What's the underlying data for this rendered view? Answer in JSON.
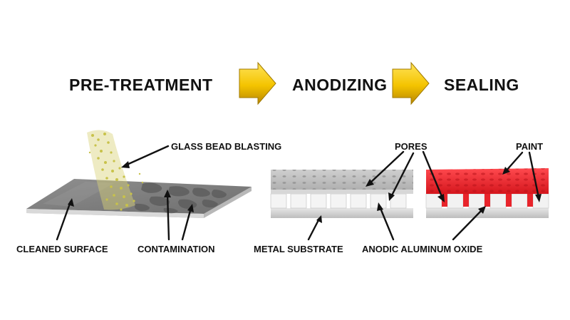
{
  "steps": {
    "pre_treatment": "PRE-TREATMENT",
    "anodizing": "ANODIZING",
    "sealing": "SEALING"
  },
  "labels": {
    "glass_bead_blasting": "GLASS BEAD BLASTING",
    "cleaned_surface": "CLEANED SURFACE",
    "contamination": "CONTAMINATION",
    "pores": "PORES",
    "paint": "PAINT",
    "metal_substrate": "METAL SUBSTRATE",
    "anodic_aluminum_oxide": "ANODIC ALUMINUM OXIDE"
  },
  "colors": {
    "arrow": "#f2c200",
    "paint": "#e8242b",
    "surface": "#8a8a8a",
    "beads": "#c9c24a"
  }
}
